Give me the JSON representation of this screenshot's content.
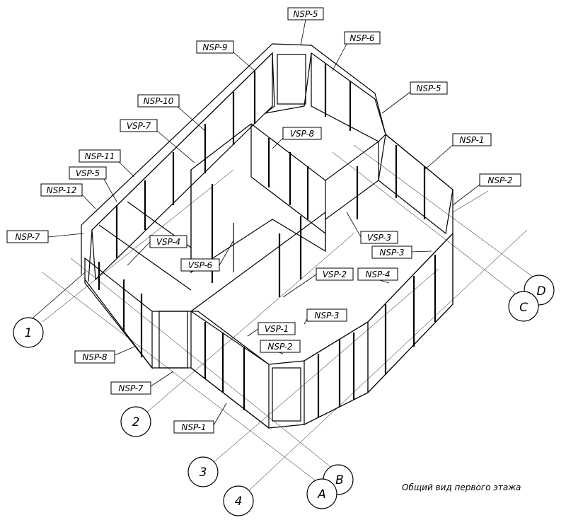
{
  "caption": "Общий вид первого этажа",
  "axis_labels": {
    "one": "1",
    "two": "2",
    "three": "3",
    "four": "4",
    "a": "A",
    "b": "B",
    "c": "C",
    "d": "D"
  },
  "panel_labels": {
    "nsp5_top": "NSP-5",
    "nsp6": "NSP-6",
    "nsp9": "NSP-9",
    "nsp5_right": "NSP-5",
    "nsp10": "NSP-10",
    "vsp7": "VSP-7",
    "vsp8": "VSP-8",
    "nsp1_right": "NSP-1",
    "nsp11": "NSP-11",
    "vsp5": "VSP-5",
    "nsp12": "NSP-12",
    "nsp2_right": "NSP-2",
    "nsp7_left": "NSP-7",
    "vsp3": "VSP-3",
    "vsp4": "VSP-4",
    "nsp3_right": "NSP-3",
    "vsp6": "VSP-6",
    "vsp2": "VSP-2",
    "nsp4": "NSP-4",
    "nsp3_front": "NSP-3",
    "vsp1": "VSP-1",
    "nsp2_front": "NSP-2",
    "nsp8": "NSP-8",
    "nsp7_bottom": "NSP-7",
    "nsp1_bottom": "NSP-1"
  }
}
